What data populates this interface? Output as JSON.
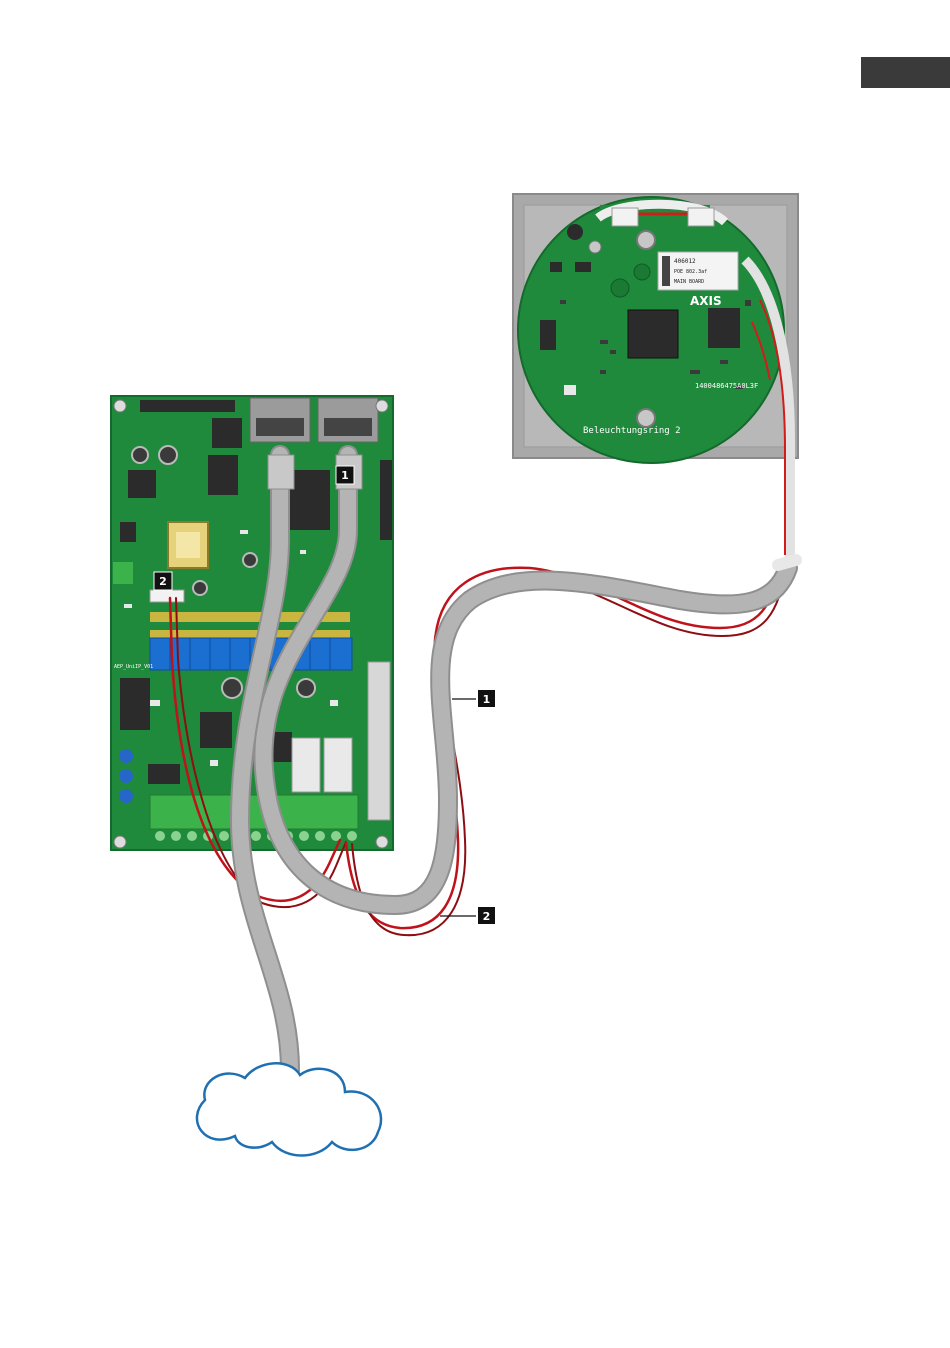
{
  "markers": {
    "cable_1": "1",
    "cable_2": "2"
  },
  "pcb": {
    "brand": "AXIS",
    "label_lines": [
      "406012",
      "POE 802.3af",
      "MAIN BOARD"
    ],
    "silkscreen": "Beleuchtungsring 2",
    "serial": "1400486475A0L3F",
    "board_code": "AEP_UniIP_V01"
  },
  "colors": {
    "page_tab": "#3a3a3a",
    "pcb_green": "#1f8a3c",
    "cable_gray": "#b4b4b4",
    "wire_red": "#c0121a",
    "cloud_blue": "#1f6fb3",
    "marker_black": "#111111"
  }
}
